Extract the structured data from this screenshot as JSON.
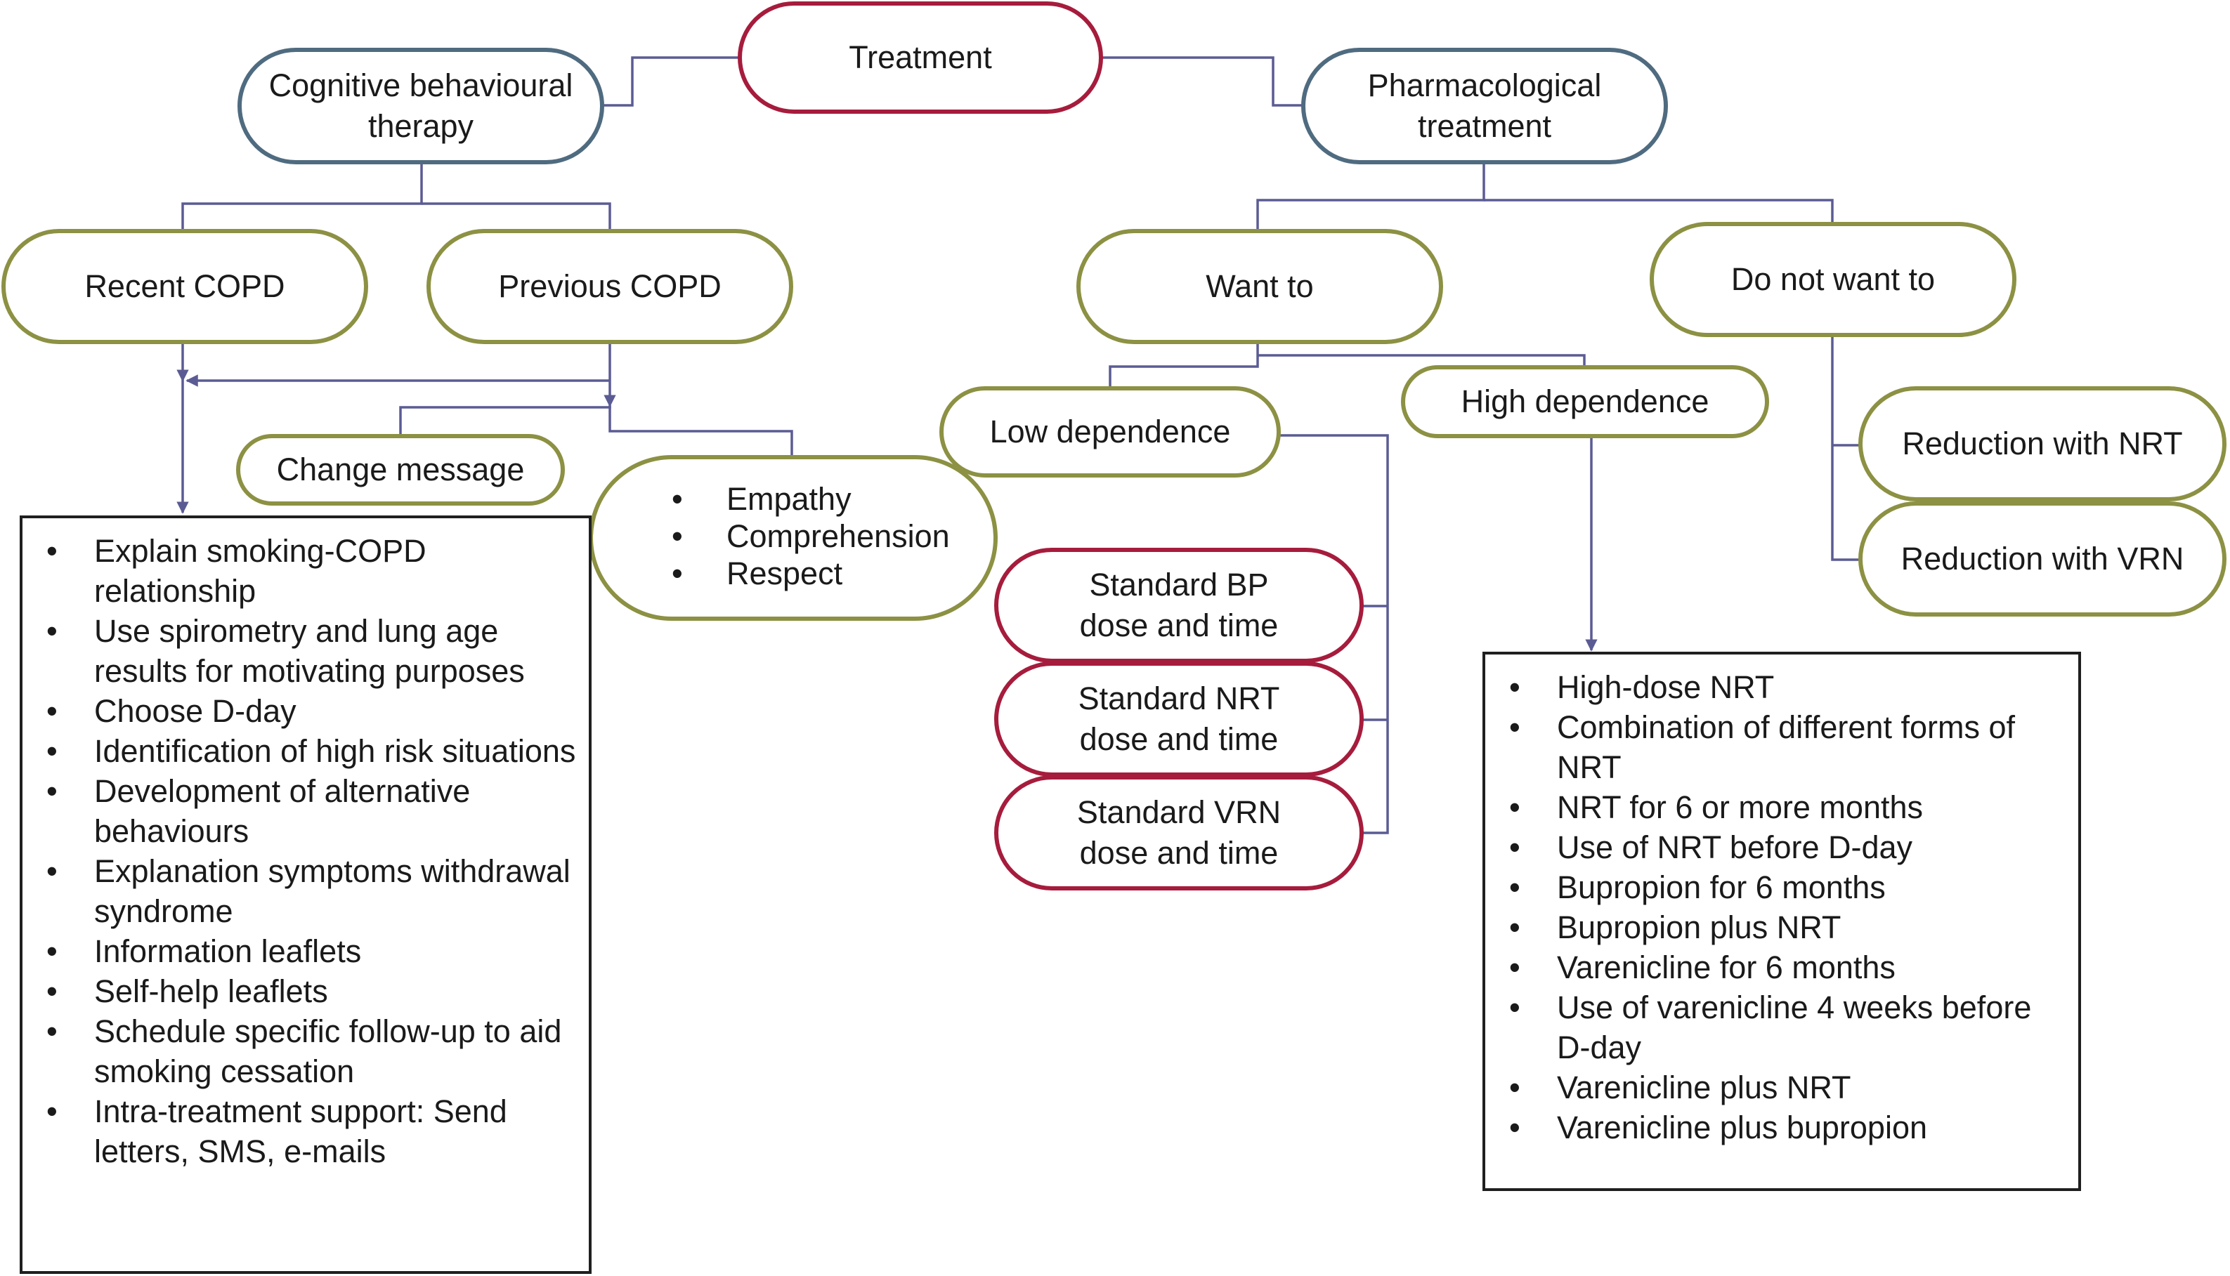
{
  "nodes": {
    "treatment": "Treatment",
    "cbt": "Cognitive behavioural therapy",
    "pharma": "Pharmacological treatment",
    "recent_copd": "Recent COPD",
    "previous_copd": "Previous COPD",
    "want_to": "Want to",
    "do_not_want_to": "Do not want to",
    "change_message": "Change message",
    "low_dependence": "Low dependence",
    "high_dependence": "High dependence",
    "reduction_nrt": "Reduction with NRT",
    "reduction_vrn": "Reduction with VRN",
    "standard_bp": "Standard BP dose and time",
    "standard_nrt": "Standard NRT dose and time",
    "standard_vrn": "Standard VRN dose and time"
  },
  "attitude_list": [
    "Empathy",
    "Comprehension",
    "Respect"
  ],
  "cbt_actions": [
    "Explain smoking-COPD relationship",
    "Use spirometry and lung age results for motivating purposes",
    "Choose D-day",
    "Identification of high risk situations",
    "Development of alternative behaviours",
    "Explanation symptoms withdrawal syndrome",
    "Information leaflets",
    "Self-help leaflets",
    "Schedule specific follow-up to aid smoking cessation",
    "Intra-treatment support: Send letters, SMS, e-mails"
  ],
  "high_dependence_options": [
    "High-dose NRT",
    "Combination of different forms of NRT",
    "NRT for 6 or more months",
    "Use of NRT before D-day",
    "Bupropion for 6 months",
    "Bupropion plus NRT",
    "Varenicline for 6 months",
    "Use of varenicline 4 weeks before D-day",
    "Varenicline plus NRT",
    "Varenicline plus bupropion"
  ],
  "colors": {
    "root_border": "#a61c3c",
    "branch_border": "#4f6b80",
    "group_border": "#8c9143",
    "standard_border": "#a61c3c",
    "connector": "#5b5b94",
    "box_border": "#1f1f1f"
  }
}
